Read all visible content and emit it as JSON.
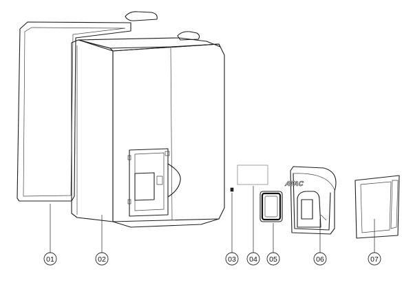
{
  "parts": [
    {
      "id": "01",
      "name": "back-frame"
    },
    {
      "id": "02",
      "name": "main-housing"
    },
    {
      "id": "03",
      "name": "small-square"
    },
    {
      "id": "04",
      "name": "label-plate"
    },
    {
      "id": "05",
      "name": "window-gasket"
    },
    {
      "id": "06",
      "name": "front-cover"
    },
    {
      "id": "07",
      "name": "side-panel"
    }
  ],
  "callouts": [
    "01",
    "02",
    "03",
    "04",
    "05",
    "06",
    "07"
  ],
  "brand_logo": "ATAC"
}
